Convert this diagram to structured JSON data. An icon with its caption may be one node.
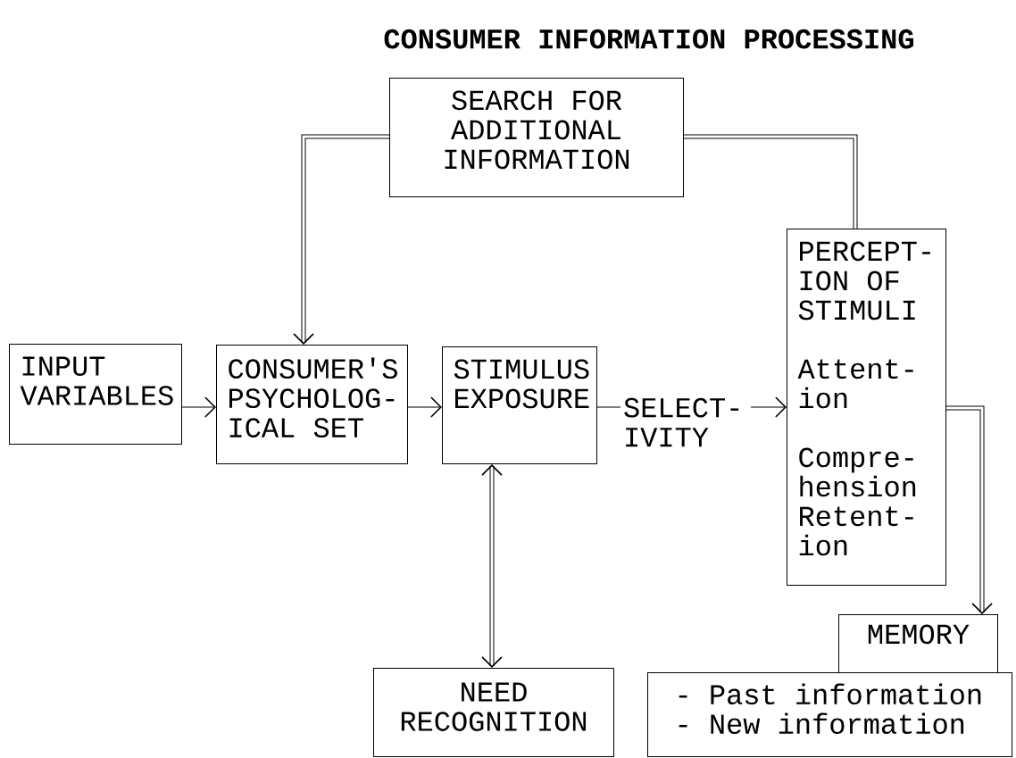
{
  "diagram": {
    "title": "CONSUMER INFORMATION PROCESSING",
    "nodes": [
      {
        "text": [
          "SEARCH FOR ADDITIONAL INFORMATION"
        ]
      },
      {
        "text": [
          "INPUT VARIABLES"
        ]
      },
      {
        "text": [
          "CONSUMER'S PSYCHOLOG- ICAL SET"
        ]
      },
      {
        "text": [
          "STIMULUS EXPOSURE"
        ]
      },
      {
        "text": [
          "PERCEPT- ION OF STIMULI",
          "Attent- ion",
          "Compre- hension",
          "Retent- ion"
        ]
      },
      {
        "text": [
          "MEMORY"
        ]
      },
      {
        "text": [
          "- Past information",
          "- New information"
        ]
      },
      {
        "text": [
          "NEED RECOGNITION"
        ]
      }
    ],
    "edges": [
      {
        "from": 0,
        "to": 2,
        "arrow": "to"
      },
      {
        "from": 4,
        "to": 0,
        "arrow": "none"
      },
      {
        "from": 1,
        "to": 2,
        "arrow": "to"
      },
      {
        "from": 2,
        "to": 3,
        "arrow": "to"
      },
      {
        "from": 3,
        "to": 4,
        "arrow": "to",
        "label": "SELECT- IVITY"
      },
      {
        "from": 3,
        "to": 7,
        "arrow": "both"
      },
      {
        "from": 4,
        "to": 5,
        "arrow": "to"
      }
    ]
  }
}
